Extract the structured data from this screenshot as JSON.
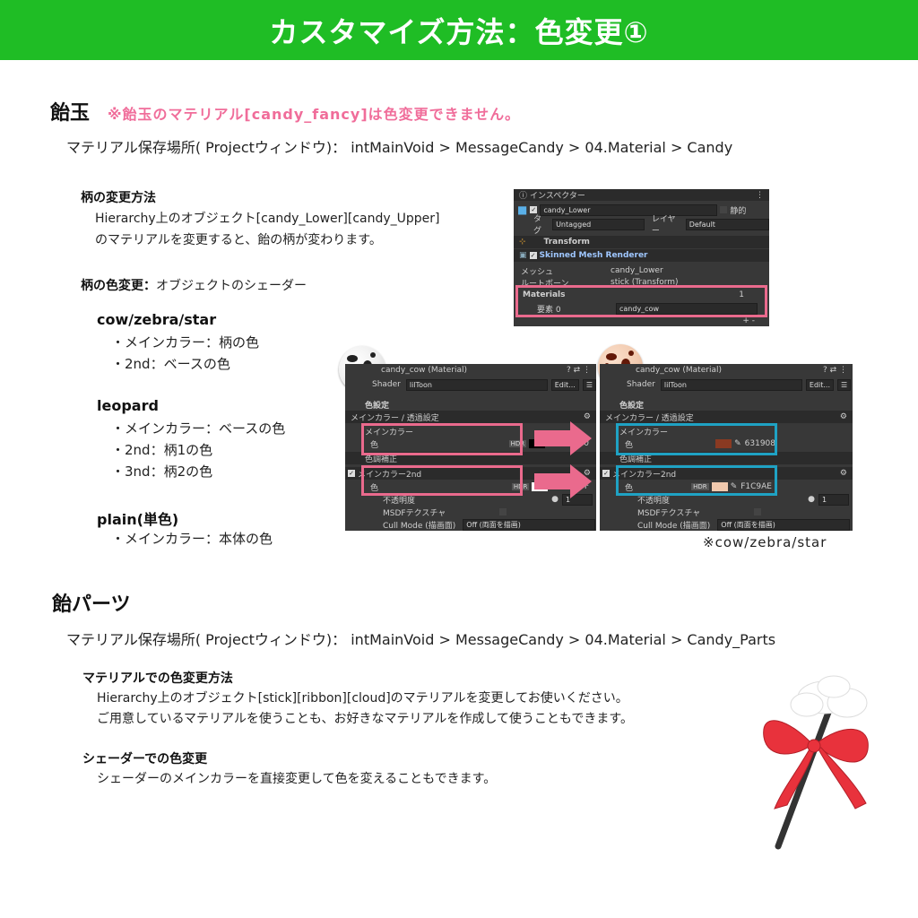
{
  "banner": {
    "title": "カスタマイズ方法：色変更①"
  },
  "section1": {
    "title": "飴玉",
    "note": "※飴玉のマテリアル[candy_fancy]は色変更できません。",
    "path": "マテリアル保存場所( Projectウィンドウ)： intMainVoid > MessageCandy > 04.Material > Candy",
    "pattern_heading": "柄の変更方法",
    "pattern_line1": "Hierarchy上のオブジェクト[candy_Lower][candy_Upper]",
    "pattern_line2": "のマテリアルを変更すると、飴の柄が変わります。",
    "color_heading": "柄の色変更：",
    "color_heading_rest": "オブジェクトのシェーダー",
    "groups": [
      {
        "name": "cow/zebra/star",
        "items": [
          "・メインカラー：柄の色",
          "・2nd：ベースの色"
        ]
      },
      {
        "name": "leopard",
        "items": [
          "・メインカラー：ベースの色",
          "・2nd：柄1の色",
          "・3nd：柄2の色"
        ]
      },
      {
        "name": "plain(単色)",
        "items": [
          "・メインカラー：本体の色"
        ]
      }
    ],
    "caption": "※cow/zebra/star"
  },
  "inspector": {
    "tab": "インスペクター",
    "object_name": "candy_Lower",
    "static": "静的",
    "tag_label": "タグ",
    "tag_value": "Untagged",
    "layer_label": "レイヤー",
    "layer_value": "Default",
    "transform": "Transform",
    "smr": "Skinned Mesh Renderer",
    "mesh_label": "メッシュ",
    "mesh_value": "candy_Lower",
    "root_label": "ルートボーン",
    "root_value": "stick (Transform)",
    "materials_label": "Materials",
    "materials_count": "1",
    "element_label": "要素 0",
    "element_value": "candy_cow",
    "add_remove": "+ -"
  },
  "material_left": {
    "title": "candy_cow (Material)",
    "shader_label": "Shader",
    "shader_value": "lilToon",
    "edit": "Edit...",
    "color_settings": "色設定",
    "main_section": "メインカラー / 透過設定",
    "main_color": "メインカラー",
    "color_label": "色",
    "hdr": "HDR",
    "hex1": "000000",
    "tone": "色調補正",
    "main2nd": "メインカラー2nd",
    "hex2": "FFFFFF",
    "opacity_label": "不透明度",
    "opacity_value": "1",
    "msdf": "MSDFテクスチャ",
    "cull_label": "Cull Mode (描画面)",
    "cull_value": "Off (両面を描画)",
    "swatch1": "#000000",
    "swatch2": "#ffffff"
  },
  "material_right": {
    "title": "candy_cow (Material)",
    "shader_label": "Shader",
    "shader_value": "lilToon",
    "edit": "Edit...",
    "color_settings": "色設定",
    "main_section": "メインカラー / 透過設定",
    "main_color": "メインカラー",
    "color_label": "色",
    "hdr": "HDR",
    "hex1": "631908",
    "tone": "色調補正",
    "main2nd": "メインカラー2nd",
    "hex2": "F1C9AE",
    "opacity_label": "不透明度",
    "opacity_value": "1",
    "msdf": "MSDFテクスチャ",
    "cull_label": "Cull Mode (描画面)",
    "cull_value": "Off (両面を描画)",
    "swatch1": "#8a3a22",
    "swatch2": "#f1c9ae"
  },
  "section2": {
    "title": "飴パーツ",
    "path": "マテリアル保存場所( Projectウィンドウ)： intMainVoid > MessageCandy > 04.Material > Candy_Parts",
    "mat_heading": "マテリアルでの色変更方法",
    "mat_line1": "Hierarchy上のオブジェクト[stick][ribbon][cloud]のマテリアルを変更してお使いください。",
    "mat_line2": "ご用意しているマテリアルを使うことも、お好きなマテリアルを作成して使うこともできます。",
    "shader_heading": "シェーダーでの色変更",
    "shader_line": "シェーダーのメインカラーを直接変更して色を変えることもできます。"
  },
  "colors": {
    "banner": "#1fbd25",
    "note": "#f06d9a",
    "pink_frame": "#ea6a8d",
    "blue_frame": "#1fa2c4"
  }
}
